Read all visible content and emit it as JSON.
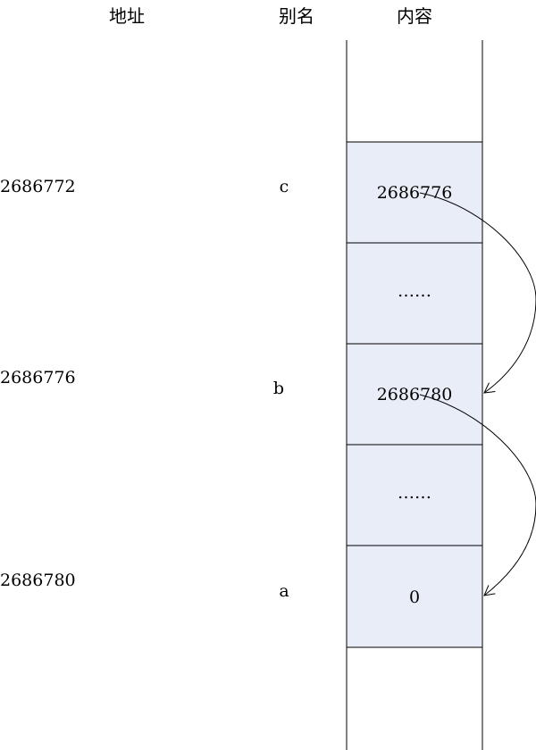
{
  "headers": {
    "address": "地址",
    "alias": "别名",
    "content": "内容"
  },
  "memory": [
    {
      "address": "2686772",
      "alias": "c",
      "content": "2686776"
    },
    {
      "address": "",
      "alias": "",
      "content": "……"
    },
    {
      "address": "2686776",
      "alias": "b",
      "content": "2686780"
    },
    {
      "address": "",
      "alias": "",
      "content": "……"
    },
    {
      "address": "2686780",
      "alias": "a",
      "content": "0"
    }
  ],
  "colors": {
    "cell_fill": "#e8edf7",
    "line": "#000000"
  }
}
